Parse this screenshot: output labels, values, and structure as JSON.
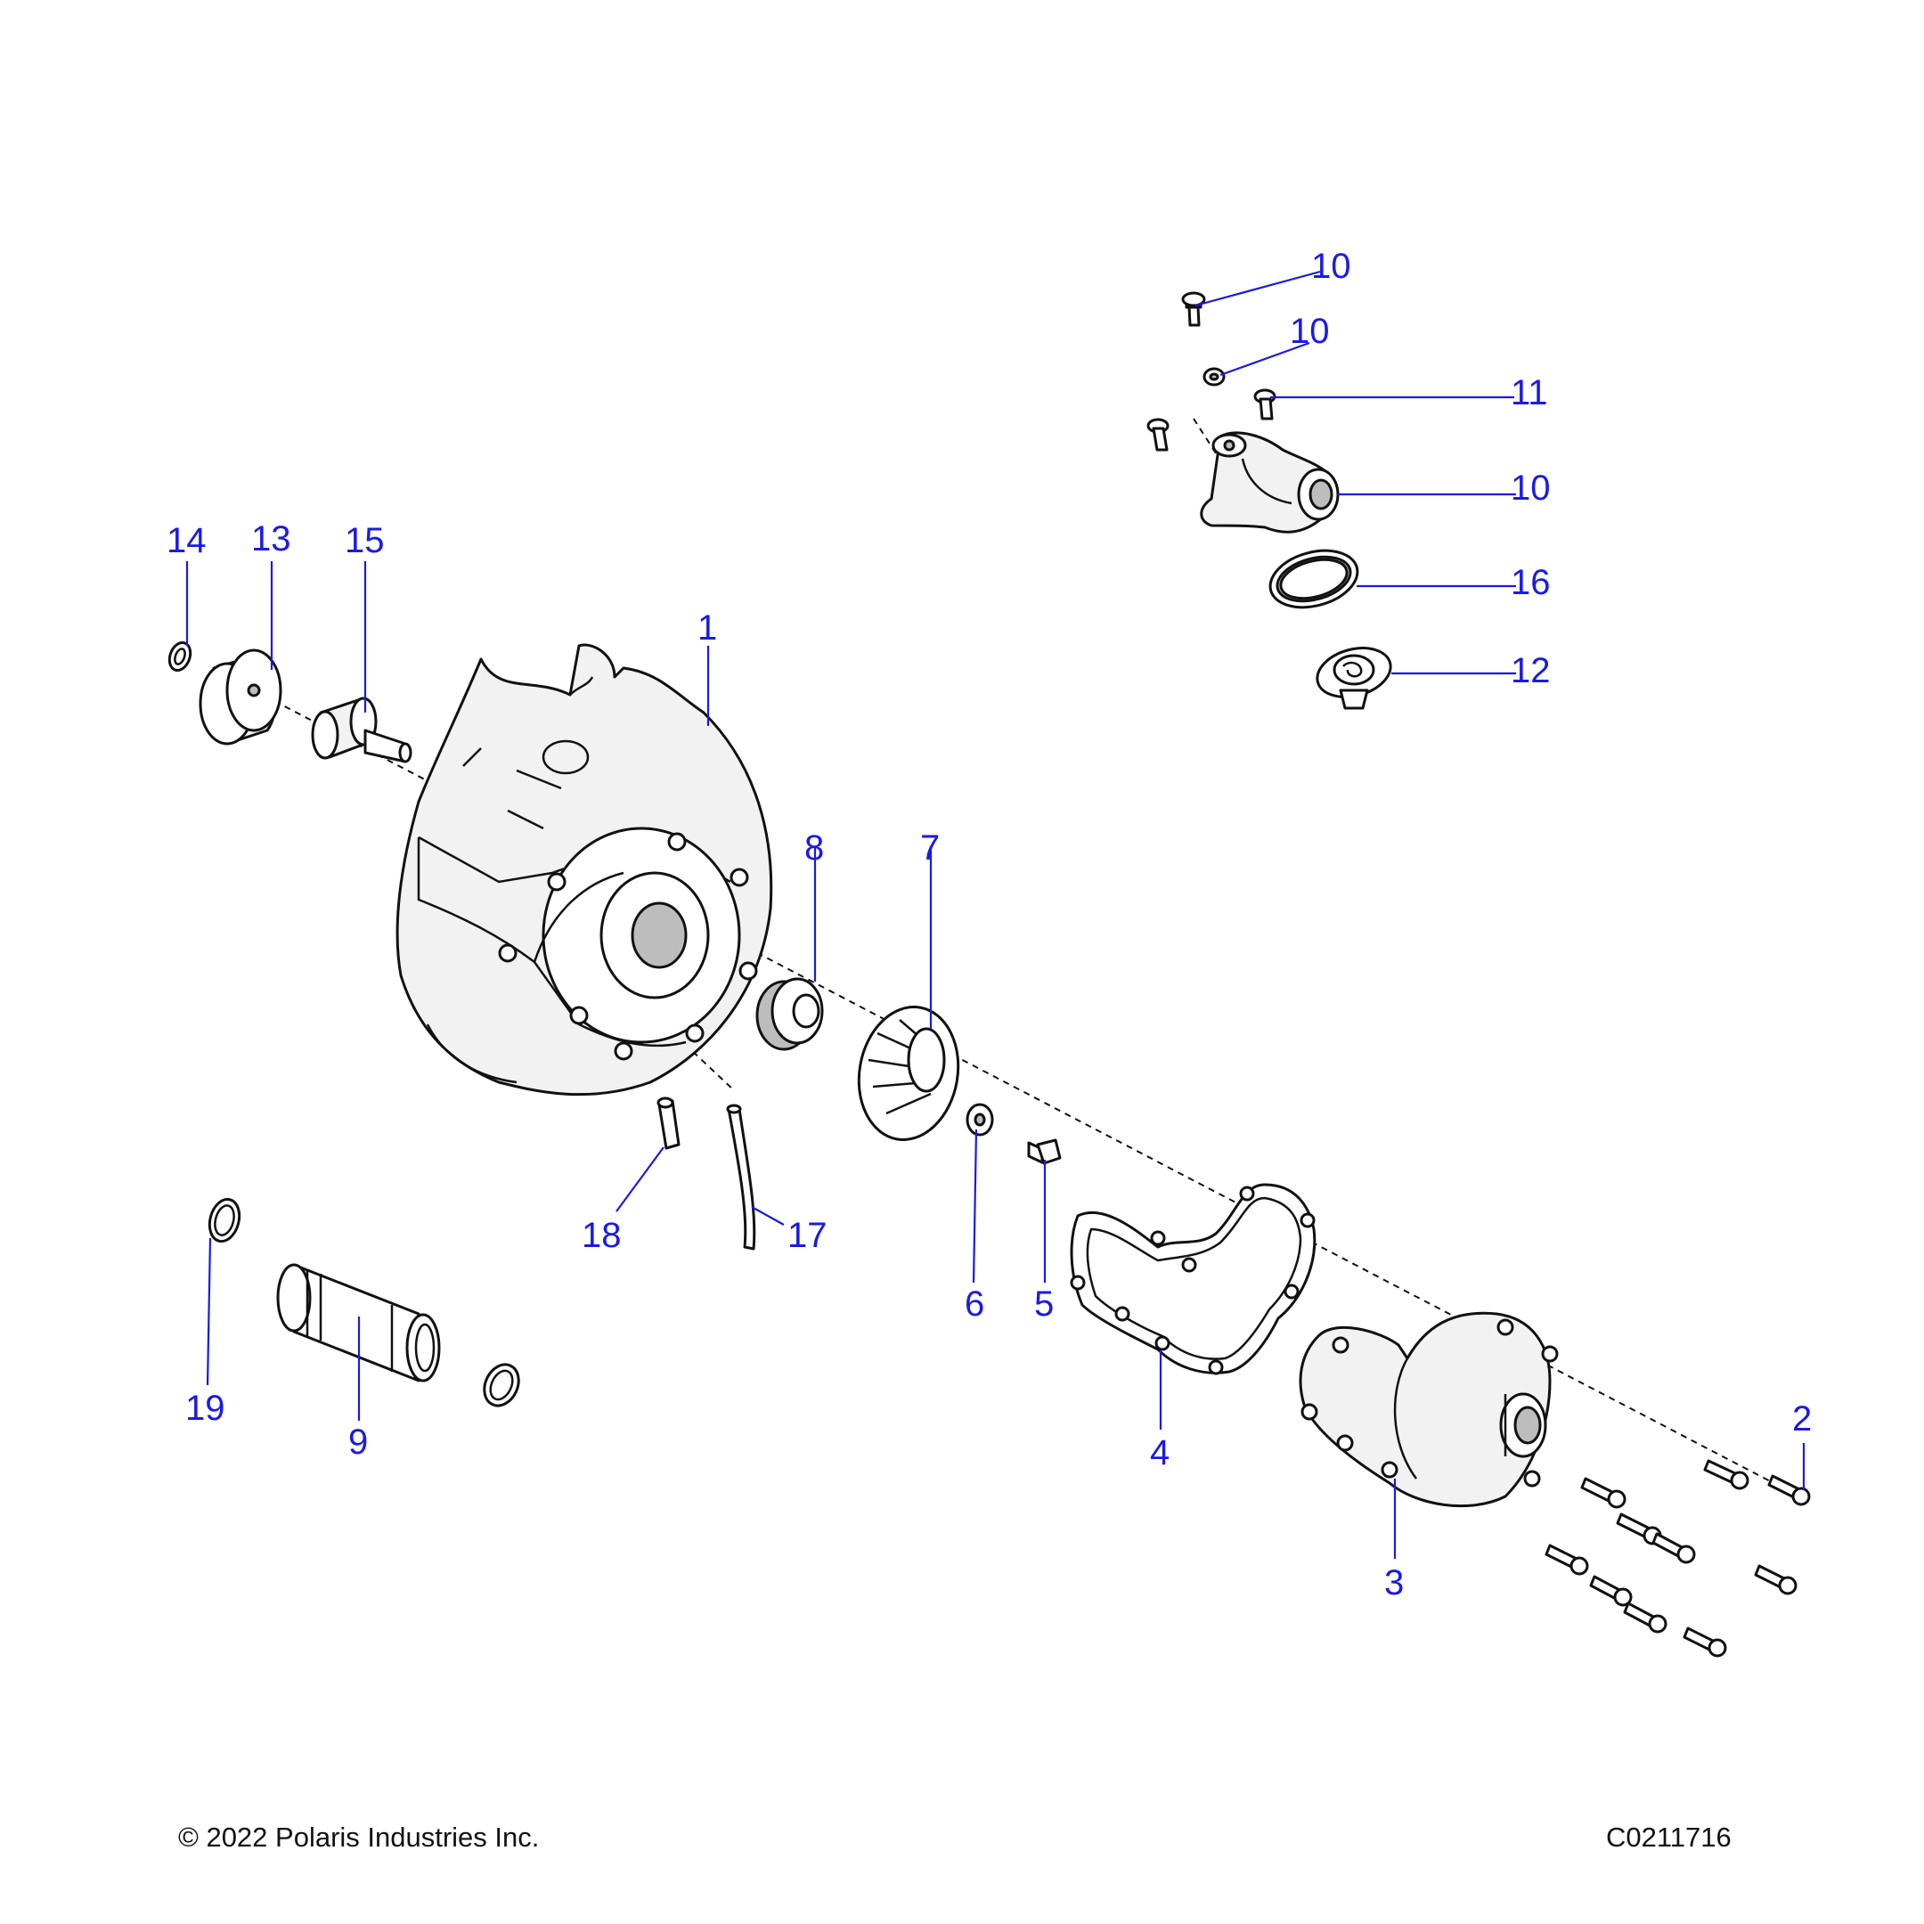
{
  "footer": {
    "copyright": "© 2022 Polaris Industries Inc.",
    "code": "C0211716"
  },
  "callouts": [
    {
      "id": "c1",
      "label": "1"
    },
    {
      "id": "c2",
      "label": "2"
    },
    {
      "id": "c3",
      "label": "3"
    },
    {
      "id": "c4",
      "label": "4"
    },
    {
      "id": "c5",
      "label": "5"
    },
    {
      "id": "c6",
      "label": "6"
    },
    {
      "id": "c7",
      "label": "7"
    },
    {
      "id": "c8",
      "label": "8"
    },
    {
      "id": "c9",
      "label": "9"
    },
    {
      "id": "c10a",
      "label": "10"
    },
    {
      "id": "c10b",
      "label": "10"
    },
    {
      "id": "c10c",
      "label": "10"
    },
    {
      "id": "c11",
      "label": "11"
    },
    {
      "id": "c12",
      "label": "12"
    },
    {
      "id": "c13",
      "label": "13"
    },
    {
      "id": "c14",
      "label": "14"
    },
    {
      "id": "c15",
      "label": "15"
    },
    {
      "id": "c16",
      "label": "16"
    },
    {
      "id": "c17",
      "label": "17"
    },
    {
      "id": "c18",
      "label": "18"
    },
    {
      "id": "c19",
      "label": "19"
    }
  ],
  "colors": {
    "callout": "#1a1ae6",
    "line": "#111111",
    "part_fill": "#f2f2f2"
  }
}
